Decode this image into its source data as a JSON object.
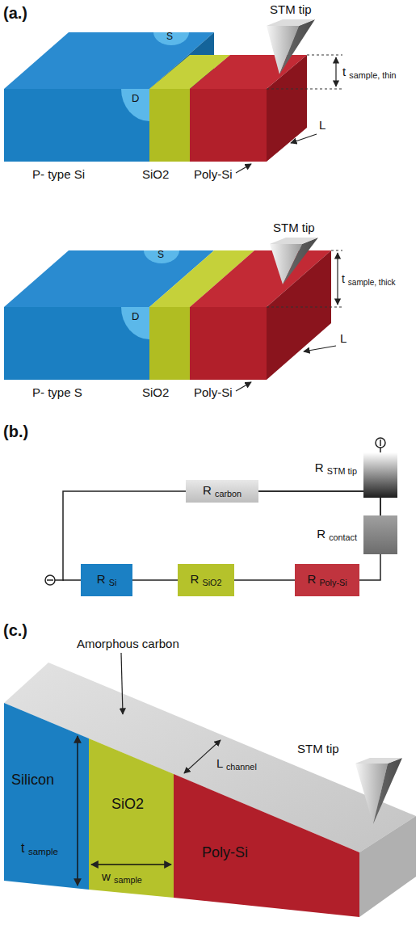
{
  "diagram": {
    "nodes": [
      {
        "text": [
          "R STM tip"
        ]
      },
      {
        "text": [
          "R carbon"
        ]
      },
      {
        "text": [
          "R contact"
        ]
      },
      {
        "text": [
          "R Si"
        ]
      },
      {
        "text": [
          "R SiO2"
        ]
      },
      {
        "text": [
          "R Poly-Si"
        ]
      }
    ],
    "edges": [
      {
        "from": 1,
        "to": 0,
        "arrow": "none"
      },
      {
        "from": 1,
        "to": 2,
        "arrow": "none"
      },
      {
        "from": 0,
        "to": 2,
        "arrow": "none"
      },
      {
        "from": 2,
        "to": 5,
        "arrow": "none"
      },
      {
        "from": 5,
        "to": 4,
        "arrow": "none"
      },
      {
        "from": 4,
        "to": 3,
        "arrow": "none"
      },
      {
        "from": 3,
        "to": 1,
        "arrow": "none"
      }
    ],
    "labels": [
      "(a.)",
      "STM tip",
      "S",
      "D",
      "t sample, thin",
      "L",
      "P- type Si",
      "SiO2",
      "Poly-Si",
      "STM tip",
      "S",
      "D",
      "t sample, thick",
      "L",
      "P- type S",
      "SiO2",
      "Poly-Si",
      "(b.)",
      "(c.)",
      "Amorphous carbon",
      "L channel",
      "STM tip",
      "Silicon",
      "SiO2",
      "Poly-Si",
      "t sample",
      "w sample"
    ]
  }
}
